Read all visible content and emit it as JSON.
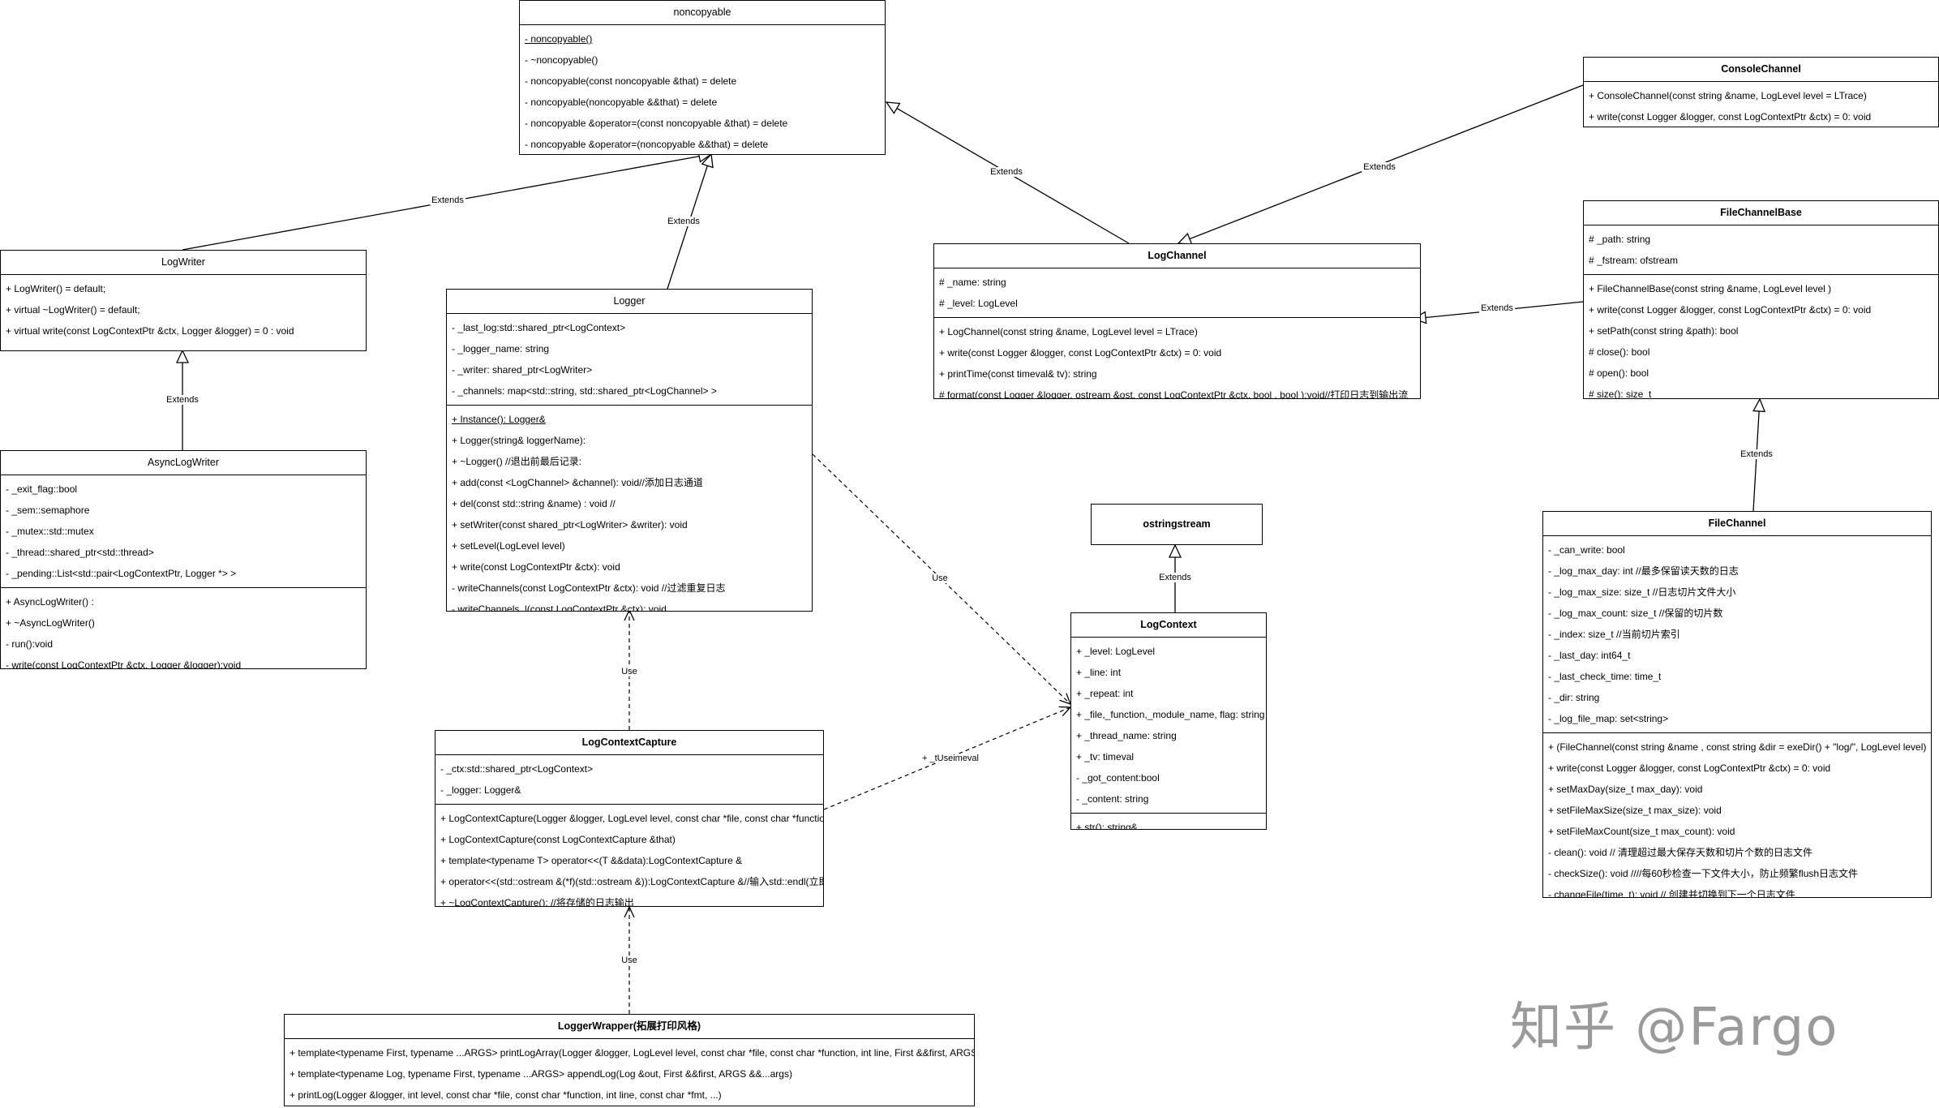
{
  "classes": {
    "noncopyable": {
      "name": "noncopyable",
      "attributes": [],
      "methods": [
        "- noncopyable()",
        "- ~noncopyable()",
        "- noncopyable(const noncopyable &that) = delete",
        "- noncopyable(noncopyable &&that) = delete",
        "- noncopyable &operator=(const noncopyable &that) = delete",
        "- noncopyable &operator=(noncopyable &&that) = delete"
      ]
    },
    "logwriter": {
      "name": "LogWriter",
      "attributes": [],
      "methods": [
        "+ LogWriter() = default;",
        "+ virtual ~LogWriter() = default;",
        "+ virtual  write(const LogContextPtr &ctx, Logger &logger) = 0 : void"
      ]
    },
    "asynclogwriter": {
      "name": "AsyncLogWriter",
      "attributes": [
        "- _exit_flag::bool",
        "- _sem::semaphore",
        "- _mutex::std::mutex",
        "- _thread::shared_ptr<std::thread>",
        "- _pending::List<std::pair<LogContextPtr, Logger *> >"
      ],
      "methods": [
        "+ AsyncLogWriter() :",
        "+ ~AsyncLogWriter()",
        "-  run():void",
        "-  write(const LogContextPtr &ctx, Logger &logger):void"
      ]
    },
    "logger": {
      "name": "Logger",
      "attributes": [
        "- _last_log:std::shared_ptr<LogContext>",
        "- _logger_name:  string",
        "- _writer:  shared_ptr<LogWriter>",
        "- _channels:  map<std::string, std::shared_ptr<LogChannel> >"
      ],
      "methods": [
        "+ Instance(): Logger&",
        "+ Logger(string& loggerName):",
        "+ ~Logger()  //退出前最后记录:",
        "+ add(const <LogChannel> &channel):   void//添加日志通道",
        "+ del(const std::string &name) : void //",
        "+ setWriter(const shared_ptr<LogWriter> &writer): void",
        "+ setLevel(LogLevel level)",
        "+ write(const LogContextPtr &ctx): void",
        "- writeChannels(const LogContextPtr &ctx): void //过滤重复日志",
        "- writeChannels_l(const LogContextPtr &ctx): void"
      ]
    },
    "logchannel": {
      "name": "LogChannel",
      "attributes": [
        "# _name: string",
        "# _level: LogLevel"
      ],
      "methods": [
        "+ LogChannel(const string &name, LogLevel level = LTrace)",
        "+ write(const Logger &logger, const LogContextPtr &ctx) = 0: void",
        "+ printTime(const timeval& tv): string",
        "# format(const Logger &logger, ostream &ost, const LogContextPtr &ctx, bool , bool ):void//打印日志到输出流"
      ]
    },
    "consolechannel": {
      "name": "ConsoleChannel",
      "attributes": [],
      "methods": [
        "+ ConsoleChannel(const string &name, LogLevel level = LTrace)",
        "+ write(const Logger &logger, const LogContextPtr &ctx) = 0: void"
      ]
    },
    "filechannelbase": {
      "name": "FileChannelBase",
      "attributes": [
        "# _path: string",
        "# _fstream: ofstream"
      ],
      "methods": [
        "+ FileChannelBase(const string &name, LogLevel level )",
        "+ write(const Logger &logger, const LogContextPtr &ctx) = 0: void",
        "+ setPath(const string &path): bool",
        "# close(): bool",
        "# open(): bool",
        "# size(): size_t"
      ]
    },
    "filechannel": {
      "name": "FileChannel",
      "attributes": [
        "- _can_write: bool",
        "- _log_max_day: int //最多保留读天数的日志",
        "- _log_max_size: size_t //日志切片文件大小",
        "- _log_max_count: size_t //保留的切片数",
        "- _index: size_t //当前切片索引",
        "-  _last_day: int64_t",
        "- _last_check_time: time_t",
        "- _dir: string",
        "- _log_file_map: set<string>"
      ],
      "methods": [
        "+ (FileChannel(const string &name , const string &dir = exeDir() + \"log/\", LogLevel level)",
        "+ write(const Logger &logger, const LogContextPtr &ctx) = 0: void",
        "+ setMaxDay(size_t max_day): void",
        "+ setFileMaxSize(size_t max_size): void",
        "+ setFileMaxCount(size_t max_count): void",
        "- clean(): void // 清理超过最大保存天数和切片个数的日志文件",
        "- checkSize(): void ////每60秒检查一下文件大小，防止频繁flush日志文件",
        "- changeFile(time_t): void // 创建并切换到下一个日志文件"
      ]
    },
    "ostringstream": {
      "name": "ostringstream"
    },
    "logcontext": {
      "name": "LogContext",
      "attributes": [
        "+ _level: LogLevel",
        "+ _line: int",
        "+ _repeat: int",
        "+ _file,_function,_module_name, flag: string",
        "+ _thread_name: string",
        "+ _tv: timeval",
        "- _got_content:bool",
        "- _content: string"
      ],
      "methods": [
        "+ str(): string&"
      ]
    },
    "logcontextcapture": {
      "name": "LogContextCapture",
      "attributes": [
        "- _ctx:std::shared_ptr<LogContext>",
        "- _logger: Logger&"
      ],
      "methods": [
        "+ LogContextCapture(Logger &logger, LogLevel level, const char *file, const char *function, int line, const char *flag",
        "+ LogContextCapture(const LogContextCapture &that)",
        "+ template<typename T> operator<<(T &&data):LogContextCapture &",
        "+ operator<<(std::ostream &(*f)(std::ostream &)):LogContextCapture &//输入std::endl(立即",
        "+ ~LogContextCapture(): //将存储的日志输出"
      ]
    },
    "loggerwrapper": {
      "name": "LoggerWrapper(拓展打印风格)",
      "attributes": [],
      "methods": [
        " + template<typename First, typename ...ARGS> printLogArray(Logger &logger, LogLevel level, const char *file, const char *function, int line, First &&first, ARGS",
        "+ template<typename Log, typename First, typename ...ARGS> appendLog(Log &out, First &&first, ARGS &&...args)",
        "+ printLog(Logger &logger, int level, const char *file, const char *function, int line, const char *fmt, ...)"
      ]
    }
  },
  "edges": {
    "extends": "Extends",
    "use": "Use",
    "use_tv": "+ _tUseimeval"
  },
  "watermark": "知乎 @Fargo"
}
